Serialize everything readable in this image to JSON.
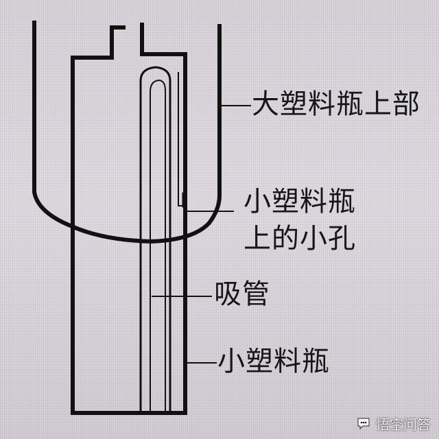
{
  "labels": {
    "big_bottle_top": "大塑料瓶上部",
    "small_hole_line1": "小塑料瓶",
    "small_hole_line2": "上的小孔",
    "straw": "吸管",
    "small_bottle": "小塑料瓶"
  },
  "watermark": {
    "text": "悟空问答",
    "icon": "speech-bubble-icon"
  },
  "colors": {
    "background": "#dcd8dc",
    "ink": "#111111",
    "watermark_text": "#ffffff"
  }
}
